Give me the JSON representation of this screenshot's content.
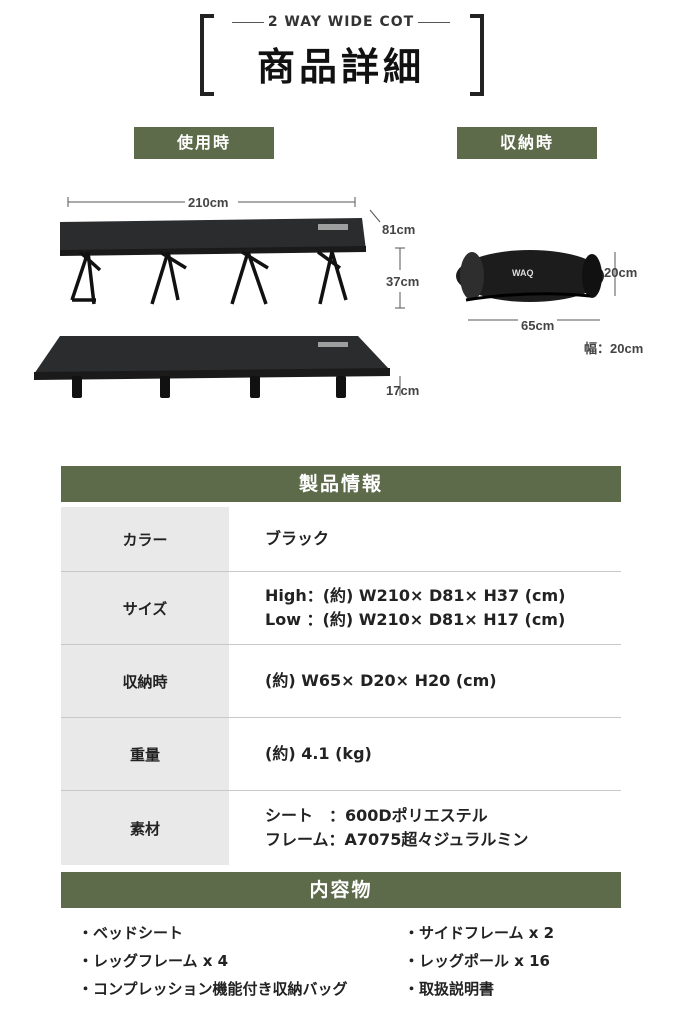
{
  "header": {
    "subtitle": "2 WAY WIDE COT",
    "title": "商品詳細"
  },
  "tags": {
    "in_use": "使用時",
    "stored": "収納時"
  },
  "dimensions": {
    "length": "210cm",
    "depth": "81cm",
    "high_height": "37cm",
    "low_height": "17cm",
    "bag_height": "20cm",
    "bag_length": "65cm",
    "bag_width": "幅：20cm"
  },
  "bag_logo": "WAQ",
  "product_info": {
    "title": "製品情報",
    "rows": [
      {
        "label": "カラー",
        "lines": [
          "ブラック"
        ]
      },
      {
        "label": "サイズ",
        "lines": [
          "High：(約) W210× D81× H37 (cm)",
          "Low ：(約) W210× D81× H17 (cm)"
        ]
      },
      {
        "label": "収納時",
        "lines": [
          "(約) W65× D20× H20 (cm)"
        ]
      },
      {
        "label": "重量",
        "lines": [
          "(約) 4.1 (kg)"
        ]
      },
      {
        "label": "素材",
        "lines": [
          "シート　：600Dポリエステル",
          "フレーム：A7075超々ジュラルミン"
        ]
      }
    ]
  },
  "contents": {
    "title": "内容物",
    "left": [
      "・ベッドシート",
      "・レッグフレーム x 4",
      "・コンプレッション機能付き収納バッグ"
    ],
    "right": [
      "・サイドフレーム x 2",
      "・レッグポール x 16",
      "・取扱説明書"
    ]
  }
}
